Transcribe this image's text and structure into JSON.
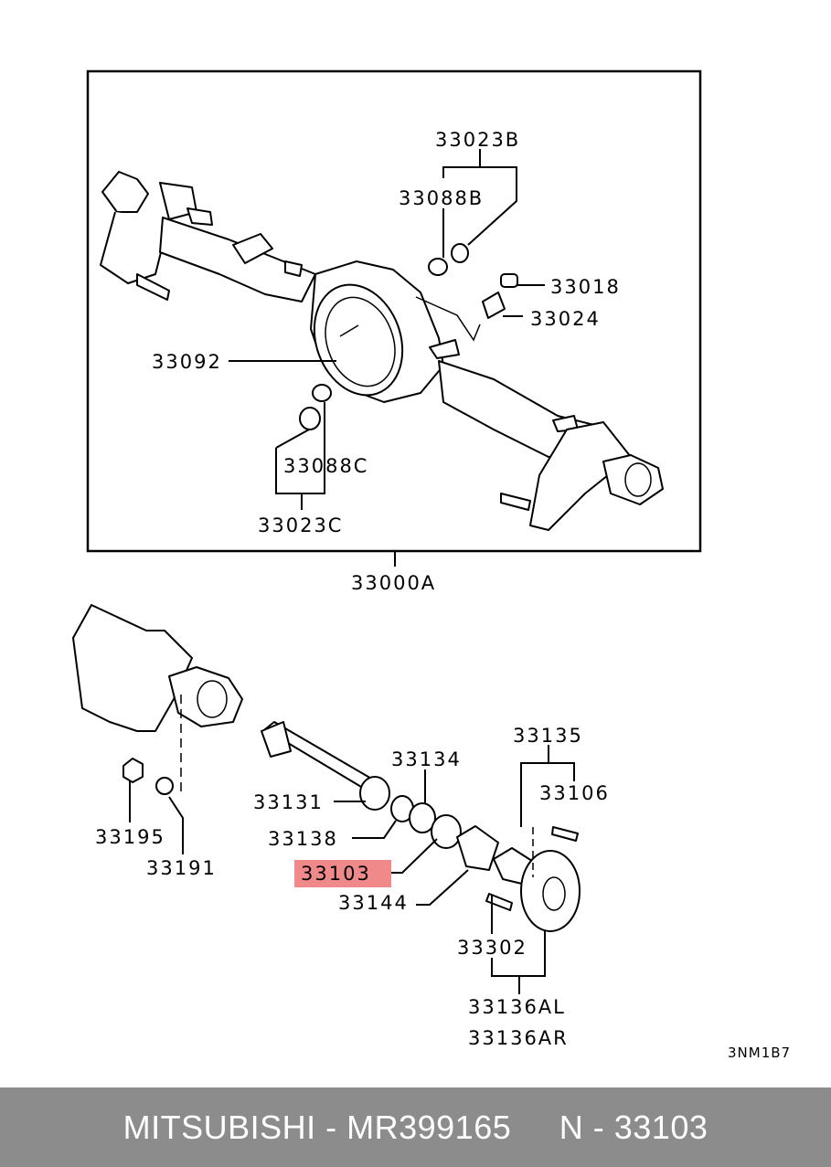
{
  "diagram": {
    "labels": {
      "l33023B": "33023B",
      "l33088B": "33088B",
      "l33018": "33018",
      "l33024": "33024",
      "l33092": "33092",
      "l33088C": "33088C",
      "l33023C": "33023C",
      "l33000A": "33000A",
      "l33135": "33135",
      "l33134": "33134",
      "l33106": "33106",
      "l33131": "33131",
      "l33138": "33138",
      "l33103": "33103",
      "l33144": "33144",
      "l33195": "33195",
      "l33191": "33191",
      "l33302": "33302",
      "l33136AL": "33136AL",
      "l33136AR": "33136AR"
    },
    "figure_code": "3NM1B7",
    "highlight_color": "#f08a8a"
  },
  "footer": {
    "text": "MITSUBISHI - MR399165     N - 33103",
    "background": "#8c8c8c"
  }
}
